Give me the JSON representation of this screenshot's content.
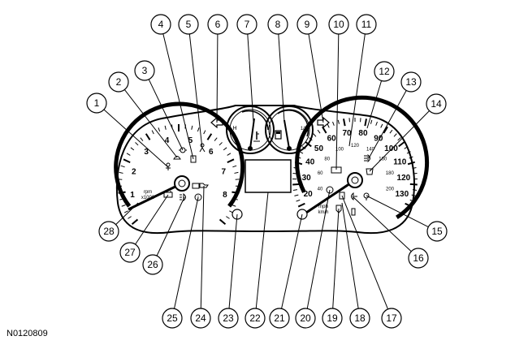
{
  "figure_id": "N0120809",
  "callouts": [
    "1",
    "2",
    "3",
    "4",
    "5",
    "6",
    "7",
    "8",
    "9",
    "10",
    "11",
    "12",
    "13",
    "14",
    "15",
    "16",
    "17",
    "18",
    "19",
    "20",
    "21",
    "22",
    "23",
    "24",
    "25",
    "26",
    "27",
    "28"
  ],
  "tachometer": {
    "numbers": [
      "1",
      "2",
      "3",
      "4",
      "5",
      "6",
      "7",
      "8"
    ],
    "unit_text": [
      "rpm",
      "x1000"
    ]
  },
  "speedometer": {
    "mph_numbers": [
      "20",
      "30",
      "40",
      "50",
      "60",
      "70",
      "80",
      "90",
      "100",
      "110",
      "120",
      "130"
    ],
    "kmh_numbers": [
      "40",
      "60",
      "80",
      "100",
      "120",
      "140",
      "160",
      "180",
      "200"
    ],
    "unit_text": [
      "mph",
      "km/h"
    ]
  },
  "temp_gauge": {
    "hot_label": "H"
  },
  "fuel_gauge": {
    "half_label": "1/2"
  },
  "colors": {
    "line": "#000000",
    "background": "#ffffff"
  }
}
